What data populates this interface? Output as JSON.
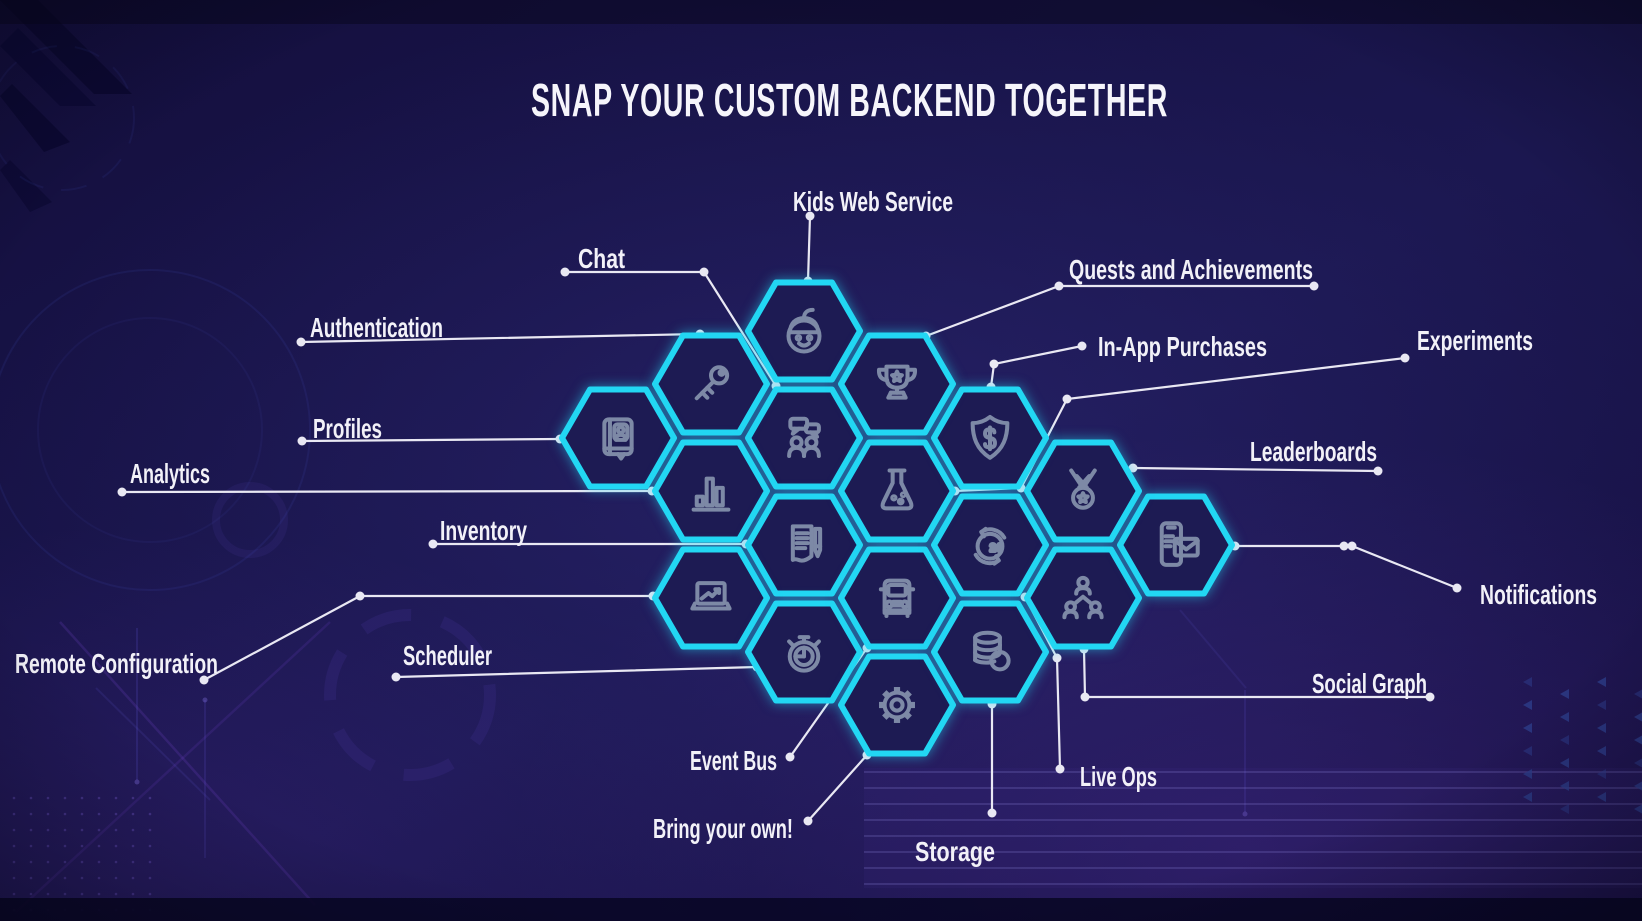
{
  "title": "SNAP YOUR CUSTOM BACKEND TOGETHER",
  "theme": {
    "background": "#171247",
    "hex_fill": "#1d1b53",
    "hex_border": "#22d7f3",
    "icon": "#7d89a6",
    "label": "#f2f1f8",
    "connector": "#e9e8f3",
    "title_color": "#f6f5fb"
  },
  "services": [
    {
      "id": "kids-web-service",
      "label": "Kids Web Service",
      "icon": "kid-face-icon"
    },
    {
      "id": "chat",
      "label": "Chat",
      "icon": "chat-people-icon"
    },
    {
      "id": "authentication",
      "label": "Authentication",
      "icon": "key-icon"
    },
    {
      "id": "profiles",
      "label": "Profiles",
      "icon": "profile-book-icon"
    },
    {
      "id": "analytics",
      "label": "Analytics",
      "icon": "bar-chart-icon"
    },
    {
      "id": "inventory",
      "label": "Inventory",
      "icon": "document-pen-icon"
    },
    {
      "id": "remote-configuration",
      "label": "Remote Configuration",
      "icon": "laptop-graph-icon"
    },
    {
      "id": "scheduler",
      "label": "Scheduler",
      "icon": "stopwatch-icon"
    },
    {
      "id": "event-bus",
      "label": "Event Bus",
      "icon": "bus-icon"
    },
    {
      "id": "bring-your-own",
      "label": "Bring your own!",
      "icon": "gear-icon"
    },
    {
      "id": "storage",
      "label": "Storage",
      "icon": "database-icon"
    },
    {
      "id": "live-ops",
      "label": "Live Ops",
      "icon": "clock-24-icon"
    },
    {
      "id": "social-graph",
      "label": "Social Graph",
      "icon": "people-network-icon"
    },
    {
      "id": "notifications",
      "label": "Notifications",
      "icon": "phone-mail-icon"
    },
    {
      "id": "leaderboards",
      "label": "Leaderboards",
      "icon": "medal-icon"
    },
    {
      "id": "experiments",
      "label": "Experiments",
      "icon": "flask-icon"
    },
    {
      "id": "in-app-purchases",
      "label": "In-App Purchases",
      "icon": "shield-dollar-icon"
    },
    {
      "id": "quests-achievements",
      "label": "Quests and Achievements",
      "icon": "trophy-icon"
    }
  ]
}
